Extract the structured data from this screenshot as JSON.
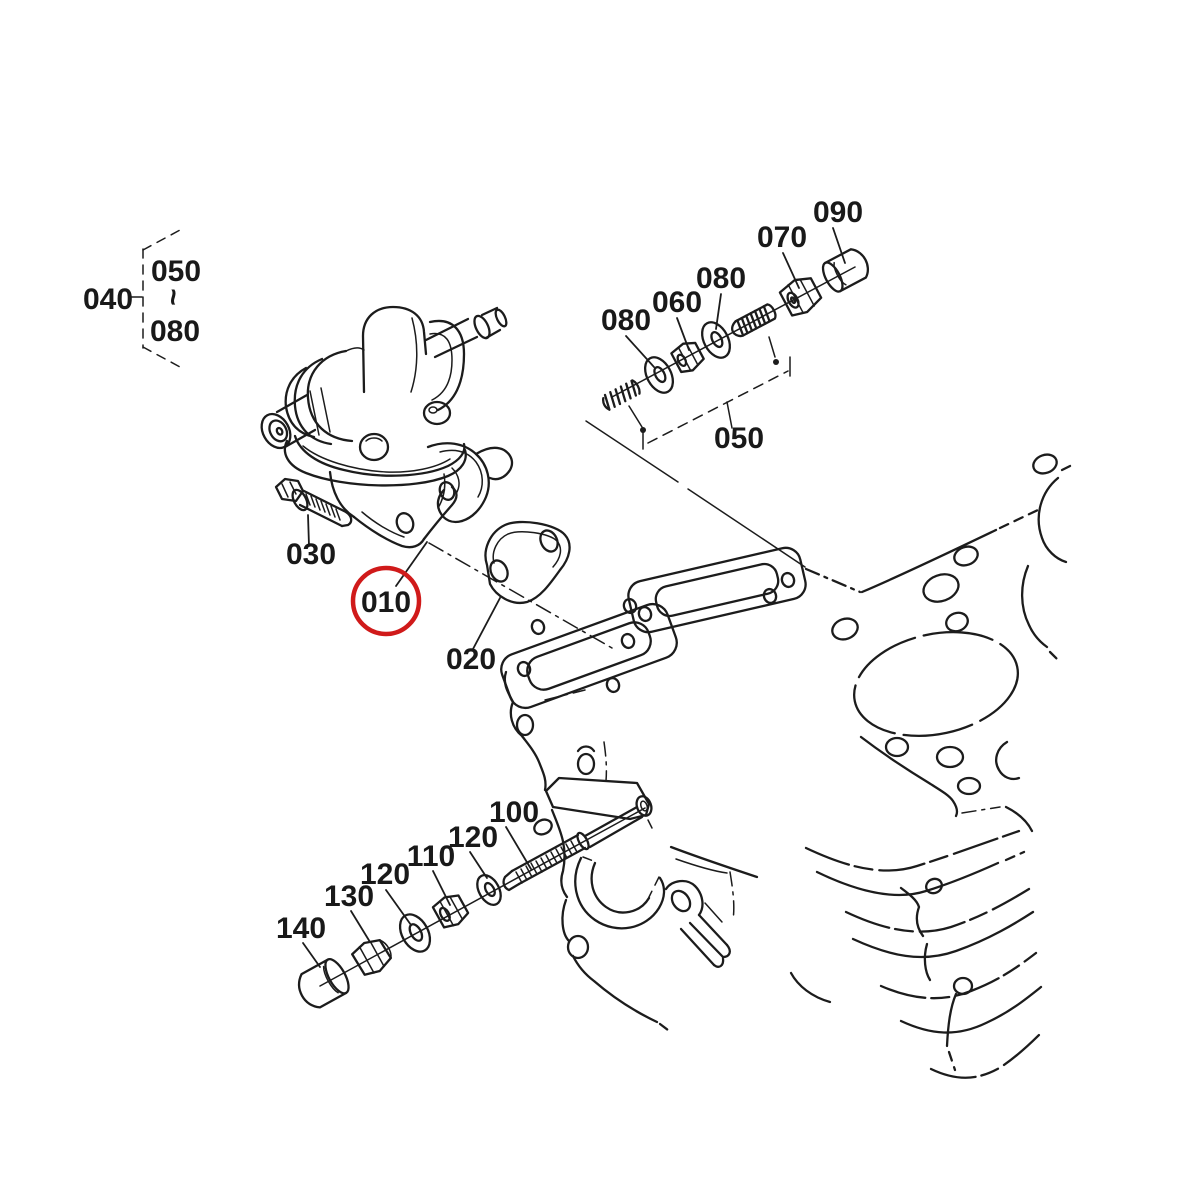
{
  "diagram": {
    "type": "exploded parts diagram",
    "subject": "fuel pump and fittings on engine block",
    "highlight_color": "#d01a1a",
    "line_color": "#1c1c1c",
    "highlighted_part": "010",
    "labels": {
      "group_ref": "040",
      "range_start": "050",
      "range_tilde": "~",
      "range_end": "080",
      "kit": "050",
      "p010": "010",
      "p020": "020",
      "p030": "030",
      "p060": "060",
      "p070": "070",
      "p080a": "080",
      "p080b": "080",
      "p090": "090",
      "p100": "100",
      "p110": "110",
      "p120a": "120",
      "p120b": "120",
      "p130": "130",
      "p140": "140"
    }
  }
}
